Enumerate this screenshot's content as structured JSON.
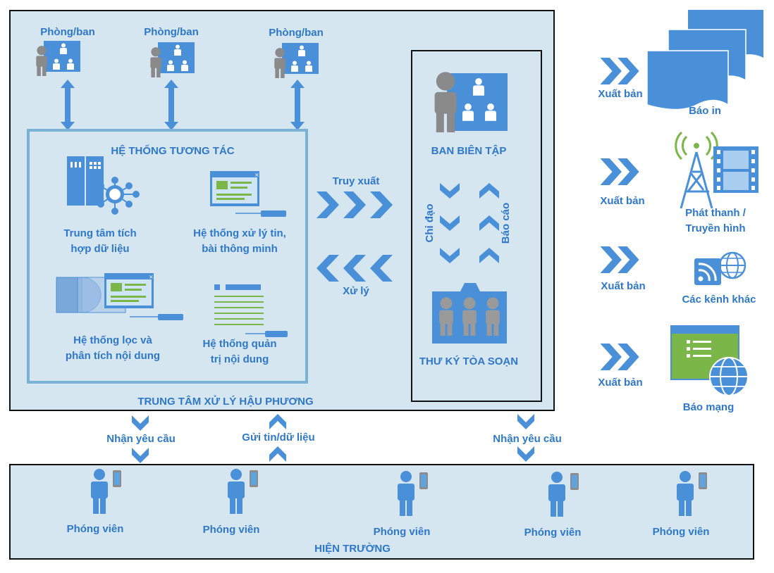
{
  "backend": {
    "title": "TRUNG TÂM XỬ LÝ HẬU PHƯƠNG",
    "departments": [
      "Phòng/ban",
      "Phòng/ban",
      "Phòng/ban"
    ],
    "interaction_system": {
      "title": "HỆ THỐNG TƯƠNG TÁC",
      "components": [
        {
          "line1": "Trung tâm tích",
          "line2": "hợp dữ liệu"
        },
        {
          "line1": "Hệ thống xử lý tin,",
          "line2": "bài thông minh"
        },
        {
          "line1": "Hệ thống lọc và",
          "line2": "phân tích nội dung"
        },
        {
          "line1": "Hệ thống quản",
          "line2": "trị nội dung"
        }
      ]
    },
    "retrieve_label": "Truy xuất",
    "process_label": "Xử lý"
  },
  "editorial": {
    "board_title": "BAN BIÊN TẬP",
    "direct_label": "Chỉ đạo",
    "report_label": "Báo cáo",
    "secretary_title": "THƯ KÝ TÒA SOẠN"
  },
  "outputs": [
    {
      "action": "Xuất bản",
      "channel": "Báo in",
      "icon": "newspaper-icon"
    },
    {
      "action": "Xuất bản",
      "channel_line1": "Phát thanh /",
      "channel_line2": "Truyền hình",
      "icon": "broadcast-tower-icon"
    },
    {
      "action": "Xuất bản",
      "channel": "Các kênh khác",
      "icon": "rss-globe-icon"
    },
    {
      "action": "Xuất bản",
      "channel": "Báo mạng",
      "icon": "web-globe-icon"
    }
  ],
  "flows": {
    "receive_request_left": "Nhận yêu cầu",
    "send_data": "Gửi tin/dữ liệu",
    "receive_request_right": "Nhận yêu cầu"
  },
  "field": {
    "title": "HIỆN TRƯỜNG",
    "reporters": [
      "Phóng viên",
      "Phóng viên",
      "Phóng viên",
      "Phóng viên",
      "Phóng viên"
    ]
  },
  "colors": {
    "panel_bg": "#d6e6f1",
    "accent": "#2e78c7",
    "icon_blue": "#4a90d9",
    "inner_border": "#7ab2d4",
    "green": "#7ab648",
    "gray": "#9a9a9a"
  }
}
